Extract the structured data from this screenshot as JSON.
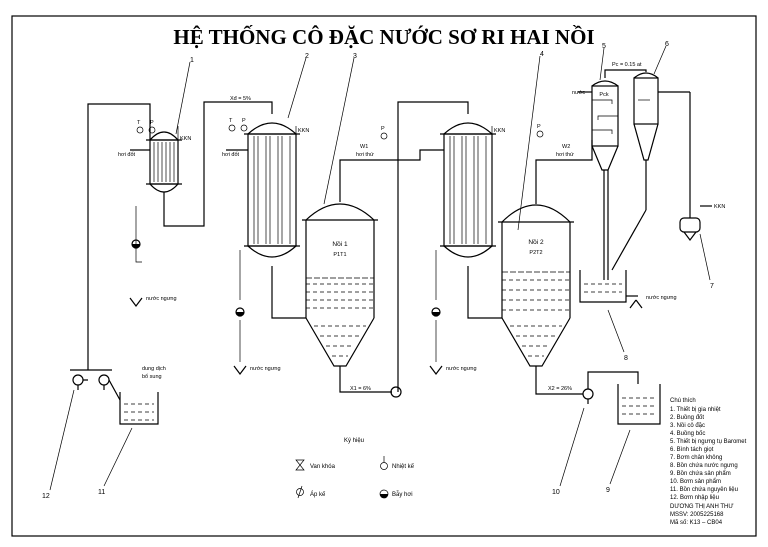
{
  "title": "HỆ THỐNG CÔ ĐẶC NƯỚC SƠ RI HAI NỒI",
  "labels": {
    "hoi_dot_1": "hơi đốt",
    "hoi_dot_2": "hơi đốt",
    "hoi_thu_1": "hơi thứ",
    "hoi_thu_2": "hơi thứ",
    "w1": "W1",
    "w2": "W2",
    "kkn_1": "KKN",
    "kkn_2": "KKN",
    "kkn_3": "KKN",
    "kkn_4": "KKN",
    "nuoc": "nước",
    "noi1_name": "Nồi 1",
    "noi1_pt": "P1T1",
    "noi2_name": "Nồi 2",
    "noi2_pt": "P2T2",
    "xd_5": "Xđ = 5%",
    "x1_6": "X1 = 6%",
    "x2_26": "X2 = 26%",
    "pc": "Pc = 0.15 at",
    "pck": "Pck",
    "nuoc_ngung_1": "nước ngưng",
    "nuoc_ngung_2": "nước ngưng",
    "nuoc_ngung_3": "nước ngưng",
    "nuoc_ngung_4": "nước ngưng",
    "dung_dich": "dung dịch",
    "bo_sung": "bổ sung",
    "t_sym": "T",
    "p_sym": "P"
  },
  "numbers": [
    "1",
    "2",
    "3",
    "4",
    "5",
    "6",
    "7",
    "8",
    "9",
    "10",
    "11",
    "12"
  ],
  "legend": {
    "heading": "Ký hiệu",
    "van_khoa": "Van khóa",
    "nhiet_ke": "Nhiệt kế",
    "ap_ke": "Áp kế",
    "bay_hoi": "Bẫy hơi"
  },
  "notes": {
    "heading": "Chú thích",
    "items": [
      "1. Thiết bị gia nhiệt",
      "2. Buồng đốt",
      "3. Nồi cô đặc",
      "4. Buồng bốc",
      "5. Thiết bị ngưng tụ Baromet",
      "6. Bình tách giọt",
      "7. Bơm chân không",
      "8. Bồn chứa nước ngưng",
      "9. Bồn chứa sản phẩm",
      "10. Bơm sản phẩm",
      "11. Bồn chứa nguyên liệu",
      "12. Bơm nhập liệu"
    ],
    "author": "DƯƠNG THỊ ANH THƯ",
    "mssv": "MSSV: 2005225168",
    "class": "Mã số: K13 – CB04"
  }
}
